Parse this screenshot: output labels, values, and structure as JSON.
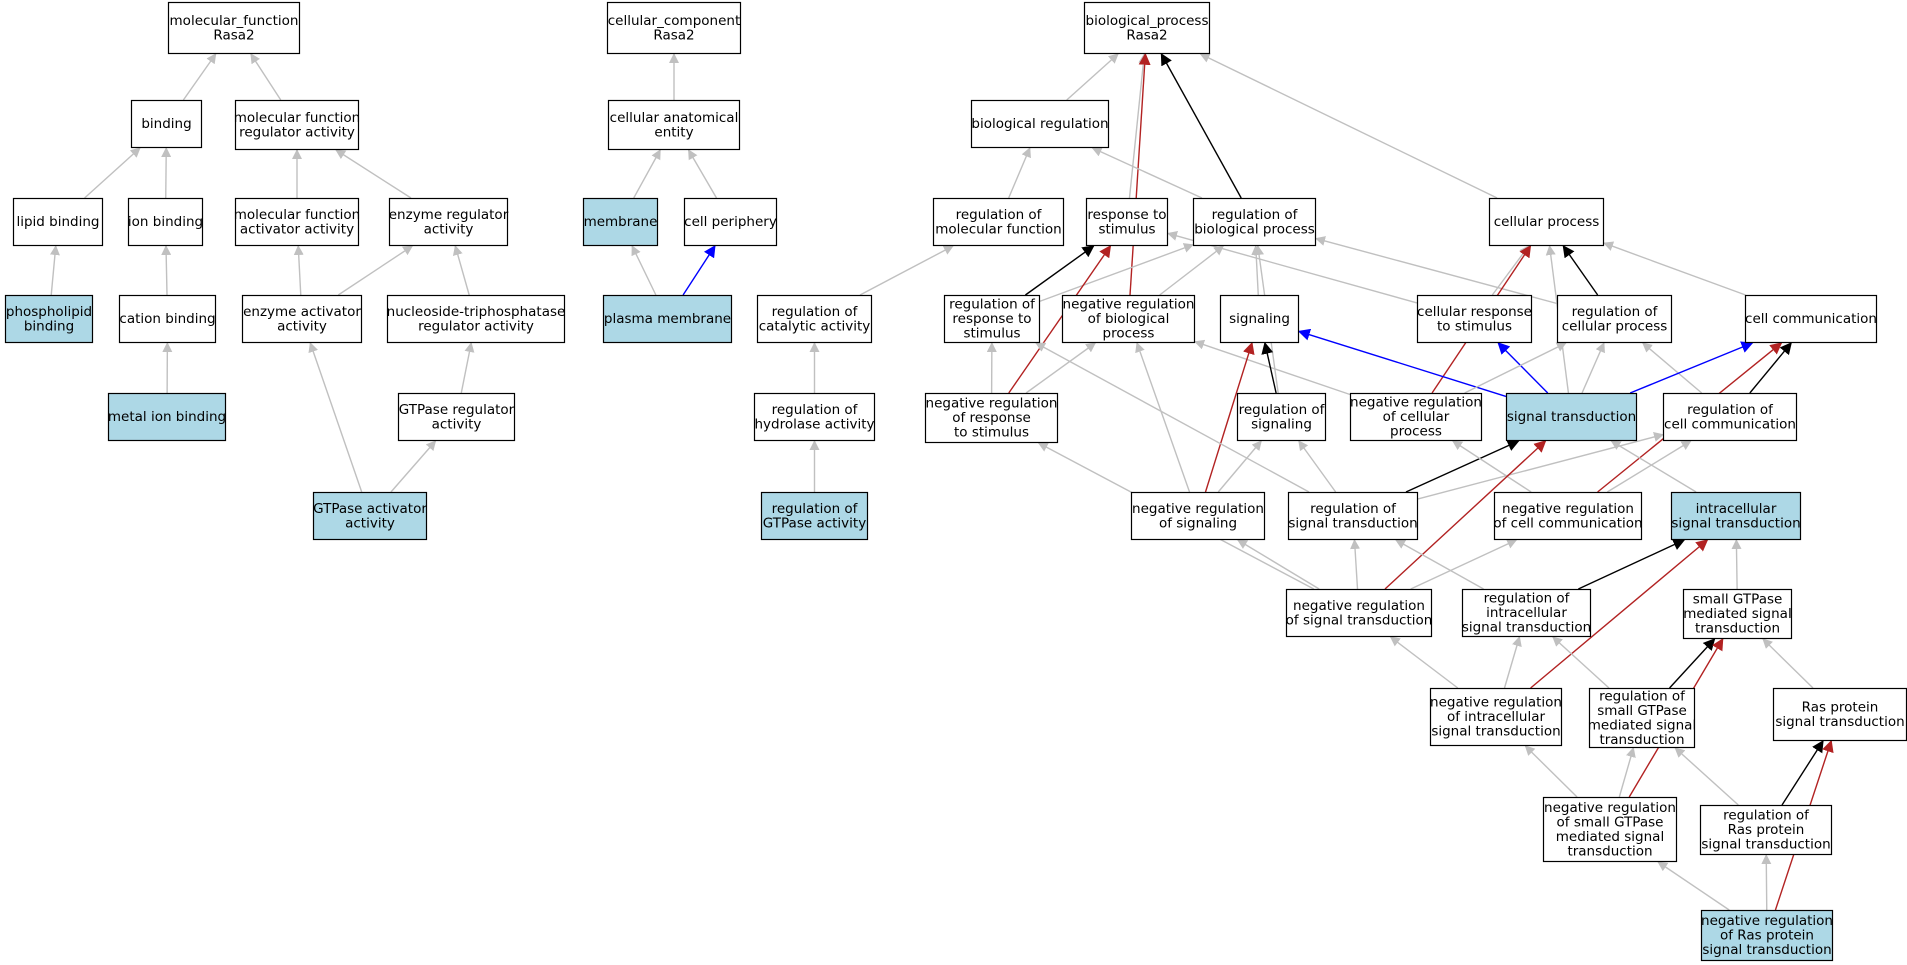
{
  "colors": {
    "highlight_fill": "#add8e6",
    "default_fill": "#ffffff",
    "is_a": "#c0c0c0",
    "part_of": "#000000",
    "negatively_regulates": "#b22222",
    "regulates": "#0000ff"
  },
  "nodes": [
    {
      "id": "mf",
      "lines": [
        "molecular_function",
        "Rasa2"
      ],
      "highlight": false
    },
    {
      "id": "binding",
      "lines": [
        "binding"
      ],
      "highlight": false
    },
    {
      "id": "mfra",
      "lines": [
        "molecular function",
        "regulator activity"
      ],
      "highlight": false
    },
    {
      "id": "lipid",
      "lines": [
        "lipid binding"
      ],
      "highlight": false
    },
    {
      "id": "ion",
      "lines": [
        "ion binding"
      ],
      "highlight": false
    },
    {
      "id": "mfaa",
      "lines": [
        "molecular function",
        "activator activity"
      ],
      "highlight": false
    },
    {
      "id": "era",
      "lines": [
        "enzyme regulator",
        "activity"
      ],
      "highlight": false
    },
    {
      "id": "phospho",
      "lines": [
        "phospholipid",
        "binding"
      ],
      "highlight": true
    },
    {
      "id": "cation",
      "lines": [
        "cation binding"
      ],
      "highlight": false
    },
    {
      "id": "eaa",
      "lines": [
        "enzyme activator",
        "activity"
      ],
      "highlight": false
    },
    {
      "id": "ntra",
      "lines": [
        "nucleoside-triphosphatase",
        "regulator activity"
      ],
      "highlight": false
    },
    {
      "id": "metal",
      "lines": [
        "metal ion binding"
      ],
      "highlight": true
    },
    {
      "id": "gtpra",
      "lines": [
        "GTPase regulator",
        "activity"
      ],
      "highlight": false
    },
    {
      "id": "gtpaa",
      "lines": [
        "GTPase activator",
        "activity"
      ],
      "highlight": true
    },
    {
      "id": "cc",
      "lines": [
        "cellular_component",
        "Rasa2"
      ],
      "highlight": false
    },
    {
      "id": "cae",
      "lines": [
        "cellular anatomical",
        "entity"
      ],
      "highlight": false
    },
    {
      "id": "membrane",
      "lines": [
        "membrane"
      ],
      "highlight": true
    },
    {
      "id": "cellper",
      "lines": [
        "cell periphery"
      ],
      "highlight": false
    },
    {
      "id": "plasma",
      "lines": [
        "plasma membrane"
      ],
      "highlight": true
    },
    {
      "id": "bp",
      "lines": [
        "biological_process",
        "Rasa2"
      ],
      "highlight": false
    },
    {
      "id": "biolreg",
      "lines": [
        "biological regulation"
      ],
      "highlight": false
    },
    {
      "id": "regmf",
      "lines": [
        "regulation of",
        "molecular function"
      ],
      "highlight": false
    },
    {
      "id": "resp",
      "lines": [
        "response to",
        "stimulus"
      ],
      "highlight": false
    },
    {
      "id": "regbp",
      "lines": [
        "regulation of",
        "biological process"
      ],
      "highlight": false
    },
    {
      "id": "cellproc",
      "lines": [
        "cellular process"
      ],
      "highlight": false
    },
    {
      "id": "regcat",
      "lines": [
        "regulation of",
        "catalytic activity"
      ],
      "highlight": false
    },
    {
      "id": "regresp",
      "lines": [
        "regulation of",
        "response to",
        "stimulus"
      ],
      "highlight": false
    },
    {
      "id": "negbp",
      "lines": [
        "negative regulation",
        "of biological",
        "process"
      ],
      "highlight": false
    },
    {
      "id": "signaling",
      "lines": [
        "signaling"
      ],
      "highlight": false
    },
    {
      "id": "cellresp",
      "lines": [
        "cellular response",
        "to stimulus"
      ],
      "highlight": false
    },
    {
      "id": "regcp",
      "lines": [
        "regulation of",
        "cellular process"
      ],
      "highlight": false
    },
    {
      "id": "cellcomm",
      "lines": [
        "cell communication"
      ],
      "highlight": false
    },
    {
      "id": "reghyd",
      "lines": [
        "regulation of",
        "hydrolase activity"
      ],
      "highlight": false
    },
    {
      "id": "negresp",
      "lines": [
        "negative regulation",
        "of response",
        "to stimulus"
      ],
      "highlight": false
    },
    {
      "id": "regsig",
      "lines": [
        "regulation of",
        "signaling"
      ],
      "highlight": false
    },
    {
      "id": "negcp",
      "lines": [
        "negative regulation",
        "of cellular",
        "process"
      ],
      "highlight": false
    },
    {
      "id": "sigtrans",
      "lines": [
        "signal transduction"
      ],
      "highlight": true
    },
    {
      "id": "regcc",
      "lines": [
        "regulation of",
        "cell communication"
      ],
      "highlight": false
    },
    {
      "id": "reggtp",
      "lines": [
        "regulation of",
        "GTPase activity"
      ],
      "highlight": true
    },
    {
      "id": "negsig",
      "lines": [
        "negative regulation",
        "of signaling"
      ],
      "highlight": false
    },
    {
      "id": "regst",
      "lines": [
        "regulation of",
        "signal transduction"
      ],
      "highlight": false
    },
    {
      "id": "negcc",
      "lines": [
        "negative regulation",
        "of cell communication"
      ],
      "highlight": false
    },
    {
      "id": "intra",
      "lines": [
        "intracellular",
        "signal transduction"
      ],
      "highlight": true
    },
    {
      "id": "negst",
      "lines": [
        "negative regulation",
        "of signal transduction"
      ],
      "highlight": false
    },
    {
      "id": "regintra",
      "lines": [
        "regulation of",
        "intracellular",
        "signal transduction"
      ],
      "highlight": false
    },
    {
      "id": "smallgtp",
      "lines": [
        "small GTPase",
        "mediated signal",
        "transduction"
      ],
      "highlight": false
    },
    {
      "id": "negintra",
      "lines": [
        "negative regulation",
        "of intracellular",
        "signal transduction"
      ],
      "highlight": false
    },
    {
      "id": "regsmall",
      "lines": [
        "regulation of",
        "small GTPase",
        "mediated signal",
        "transduction"
      ],
      "highlight": false
    },
    {
      "id": "ras",
      "lines": [
        "Ras protein",
        "signal transduction"
      ],
      "highlight": false
    },
    {
      "id": "negsmall",
      "lines": [
        "negative regulation",
        "of small GTPase",
        "mediated signal",
        "transduction"
      ],
      "highlight": false
    },
    {
      "id": "regras",
      "lines": [
        "regulation of",
        "Ras protein",
        "signal transduction"
      ],
      "highlight": false
    },
    {
      "id": "negras",
      "lines": [
        "negative regulation",
        "of Ras protein",
        "signal transduction"
      ],
      "highlight": true
    }
  ],
  "edges": [
    {
      "from": "binding",
      "to": "mf",
      "type": "is_a"
    },
    {
      "from": "mfra",
      "to": "mf",
      "type": "is_a"
    },
    {
      "from": "lipid",
      "to": "binding",
      "type": "is_a"
    },
    {
      "from": "ion",
      "to": "binding",
      "type": "is_a"
    },
    {
      "from": "mfaa",
      "to": "mfra",
      "type": "is_a"
    },
    {
      "from": "era",
      "to": "mfra",
      "type": "is_a"
    },
    {
      "from": "phospho",
      "to": "lipid",
      "type": "is_a"
    },
    {
      "from": "cation",
      "to": "ion",
      "type": "is_a"
    },
    {
      "from": "eaa",
      "to": "mfaa",
      "type": "is_a"
    },
    {
      "from": "eaa",
      "to": "era",
      "type": "is_a"
    },
    {
      "from": "ntra",
      "to": "era",
      "type": "is_a"
    },
    {
      "from": "metal",
      "to": "cation",
      "type": "is_a"
    },
    {
      "from": "gtpra",
      "to": "ntra",
      "type": "is_a"
    },
    {
      "from": "gtpaa",
      "to": "eaa",
      "type": "is_a"
    },
    {
      "from": "gtpaa",
      "to": "gtpra",
      "type": "is_a"
    },
    {
      "from": "cae",
      "to": "cc",
      "type": "is_a"
    },
    {
      "from": "membrane",
      "to": "cae",
      "type": "is_a"
    },
    {
      "from": "cellper",
      "to": "cae",
      "type": "is_a"
    },
    {
      "from": "plasma",
      "to": "membrane",
      "type": "is_a"
    },
    {
      "from": "plasma",
      "to": "cellper",
      "type": "regulates"
    },
    {
      "from": "biolreg",
      "to": "bp",
      "type": "is_a"
    },
    {
      "from": "resp",
      "to": "bp",
      "type": "is_a"
    },
    {
      "from": "regbp",
      "to": "bp",
      "type": "part_of"
    },
    {
      "from": "cellproc",
      "to": "bp",
      "type": "is_a"
    },
    {
      "from": "negbp",
      "to": "bp",
      "type": "negatively_regulates"
    },
    {
      "from": "regmf",
      "to": "biolreg",
      "type": "is_a"
    },
    {
      "from": "regbp",
      "to": "biolreg",
      "type": "is_a"
    },
    {
      "from": "regcat",
      "to": "regmf",
      "type": "is_a"
    },
    {
      "from": "reghyd",
      "to": "regcat",
      "type": "is_a"
    },
    {
      "from": "reggtp",
      "to": "reghyd",
      "type": "is_a"
    },
    {
      "from": "regresp",
      "to": "resp",
      "type": "part_of"
    },
    {
      "from": "regresp",
      "to": "regbp",
      "type": "is_a"
    },
    {
      "from": "negbp",
      "to": "regbp",
      "type": "is_a"
    },
    {
      "from": "signaling",
      "to": "regbp",
      "type": "is_a"
    },
    {
      "from": "regcp",
      "to": "regbp",
      "type": "is_a"
    },
    {
      "from": "regsig",
      "to": "regbp",
      "type": "is_a"
    },
    {
      "from": "cellresp",
      "to": "resp",
      "type": "is_a"
    },
    {
      "from": "negresp",
      "to": "resp",
      "type": "negatively_regulates"
    },
    {
      "from": "cellresp",
      "to": "cellproc",
      "type": "is_a"
    },
    {
      "from": "regcp",
      "to": "cellproc",
      "type": "part_of"
    },
    {
      "from": "cellcomm",
      "to": "cellproc",
      "type": "is_a"
    },
    {
      "from": "negcp",
      "to": "cellproc",
      "type": "negatively_regulates"
    },
    {
      "from": "sigtrans",
      "to": "cellproc",
      "type": "is_a"
    },
    {
      "from": "negresp",
      "to": "regresp",
      "type": "is_a"
    },
    {
      "from": "negresp",
      "to": "negbp",
      "type": "is_a"
    },
    {
      "from": "negsig",
      "to": "negbp",
      "type": "is_a"
    },
    {
      "from": "negcp",
      "to": "negbp",
      "type": "is_a"
    },
    {
      "from": "regsig",
      "to": "signaling",
      "type": "part_of"
    },
    {
      "from": "negsig",
      "to": "signaling",
      "type": "negatively_regulates"
    },
    {
      "from": "sigtrans",
      "to": "signaling",
      "type": "regulates"
    },
    {
      "from": "sigtrans",
      "to": "cellresp",
      "type": "regulates"
    },
    {
      "from": "sigtrans",
      "to": "regcp",
      "type": "is_a"
    },
    {
      "from": "negcp",
      "to": "regcp",
      "type": "is_a"
    },
    {
      "from": "regcc",
      "to": "regcp",
      "type": "is_a"
    },
    {
      "from": "sigtrans",
      "to": "cellcomm",
      "type": "regulates"
    },
    {
      "from": "regcc",
      "to": "cellcomm",
      "type": "part_of"
    },
    {
      "from": "negcc",
      "to": "cellcomm",
      "type": "negatively_regulates"
    },
    {
      "from": "negsig",
      "to": "regsig",
      "type": "is_a"
    },
    {
      "from": "regst",
      "to": "regsig",
      "type": "is_a"
    },
    {
      "from": "regst",
      "to": "regresp",
      "type": "is_a"
    },
    {
      "from": "regst",
      "to": "sigtrans",
      "type": "part_of"
    },
    {
      "from": "regst",
      "to": "regcc",
      "type": "is_a"
    },
    {
      "from": "negcc",
      "to": "regcc",
      "type": "is_a"
    },
    {
      "from": "negcc",
      "to": "negcp",
      "type": "is_a"
    },
    {
      "from": "intra",
      "to": "sigtrans",
      "type": "is_a"
    },
    {
      "from": "negst",
      "to": "negresp",
      "type": "is_a"
    },
    {
      "from": "negst",
      "to": "negsig",
      "type": "is_a"
    },
    {
      "from": "negst",
      "to": "regst",
      "type": "is_a"
    },
    {
      "from": "negst",
      "to": "negcc",
      "type": "is_a"
    },
    {
      "from": "negst",
      "to": "sigtrans",
      "type": "negatively_regulates"
    },
    {
      "from": "regintra",
      "to": "regst",
      "type": "is_a"
    },
    {
      "from": "regintra",
      "to": "intra",
      "type": "part_of"
    },
    {
      "from": "smallgtp",
      "to": "intra",
      "type": "is_a"
    },
    {
      "from": "negintra",
      "to": "negst",
      "type": "is_a"
    },
    {
      "from": "negintra",
      "to": "regintra",
      "type": "is_a"
    },
    {
      "from": "negintra",
      "to": "intra",
      "type": "negatively_regulates"
    },
    {
      "from": "regsmall",
      "to": "regintra",
      "type": "is_a"
    },
    {
      "from": "regsmall",
      "to": "smallgtp",
      "type": "part_of"
    },
    {
      "from": "ras",
      "to": "smallgtp",
      "type": "is_a"
    },
    {
      "from": "negsmall",
      "to": "negintra",
      "type": "is_a"
    },
    {
      "from": "negsmall",
      "to": "regsmall",
      "type": "is_a"
    },
    {
      "from": "negsmall",
      "to": "smallgtp",
      "type": "negatively_regulates"
    },
    {
      "from": "regras",
      "to": "regsmall",
      "type": "is_a"
    },
    {
      "from": "regras",
      "to": "ras",
      "type": "part_of"
    },
    {
      "from": "negras",
      "to": "negsmall",
      "type": "is_a"
    },
    {
      "from": "negras",
      "to": "regras",
      "type": "is_a"
    },
    {
      "from": "negras",
      "to": "ras",
      "type": "negatively_regulates"
    }
  ]
}
